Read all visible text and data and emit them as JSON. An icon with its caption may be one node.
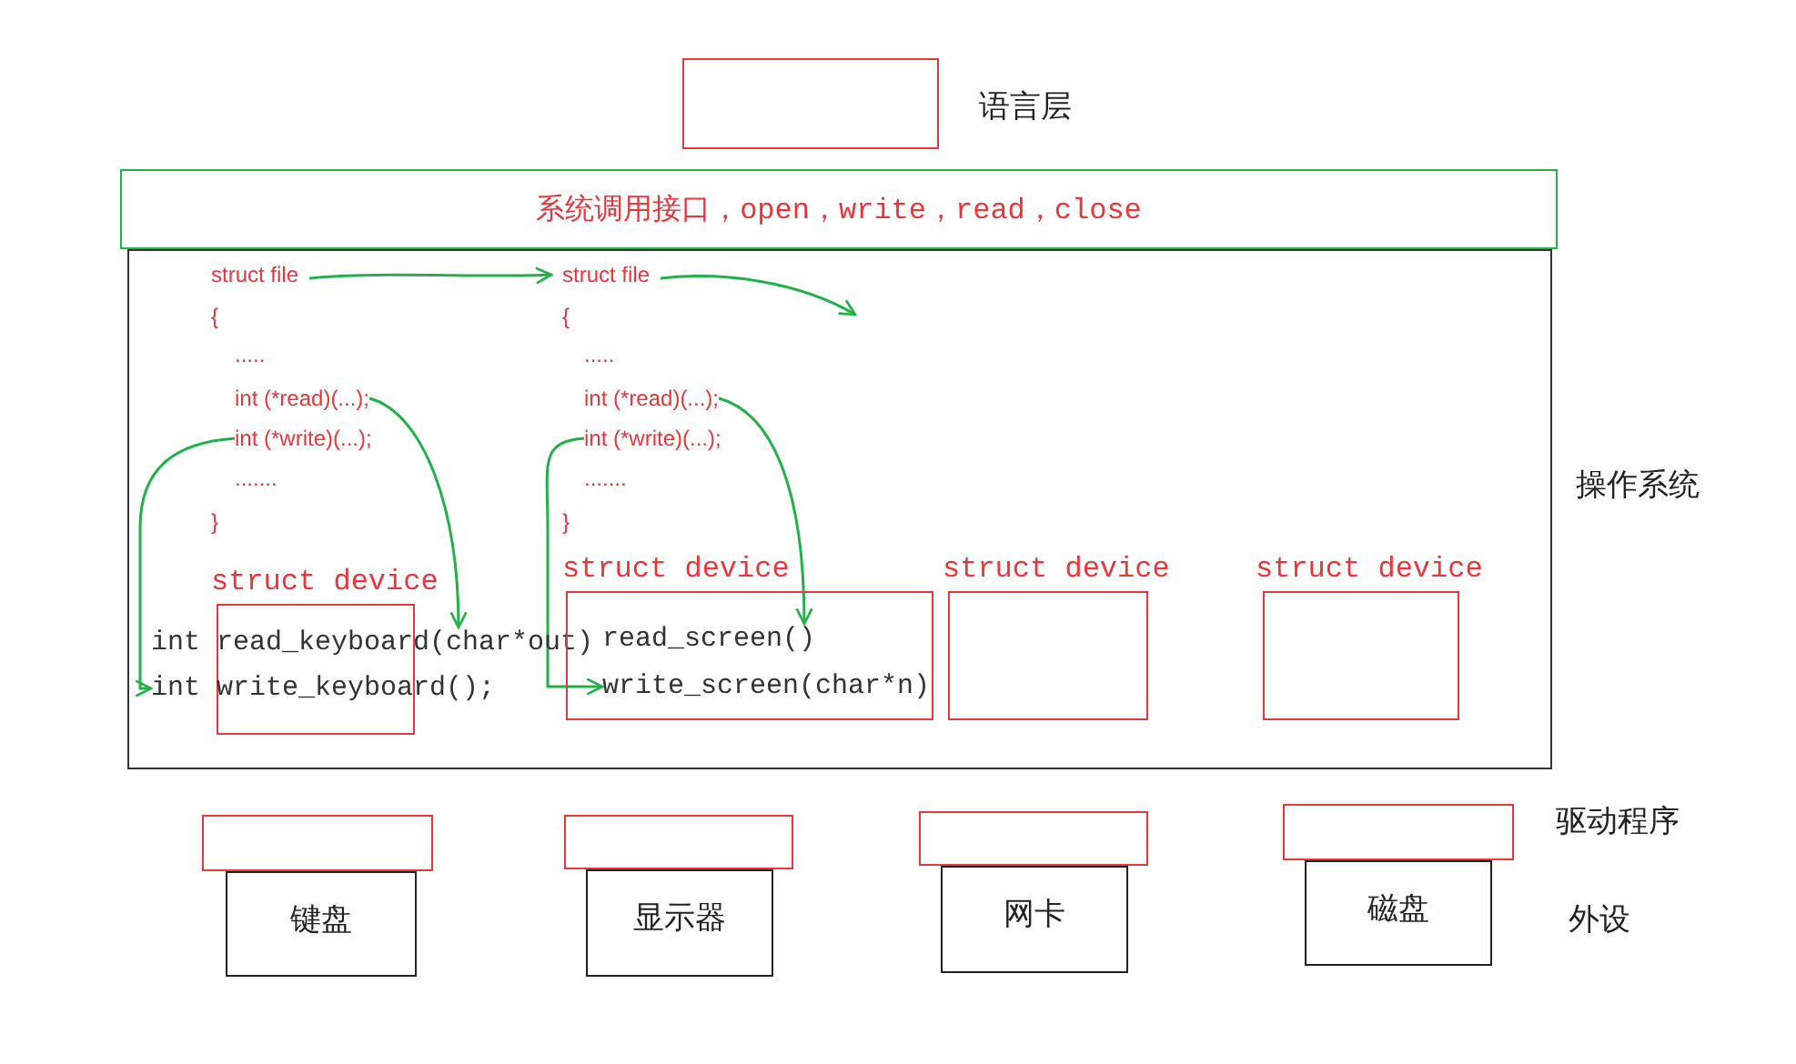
{
  "diagram": {
    "nodes": [
      {
        "text": [],
        "shape": "box",
        "beside": [
          "语言层"
        ]
      },
      {
        "text": [
          "系统调用接口，open，write，read，close"
        ]
      },
      {
        "text": [],
        "shape": "box",
        "beside": [
          "操作系统"
        ]
      },
      {
        "text": [
          "struct file"
        ],
        "in": 2
      },
      {
        "text": [
          "{"
        ],
        "in": 2
      },
      {
        "text": [
          "....."
        ],
        "in": 2
      },
      {
        "text": [
          "int (*read)(...);"
        ],
        "in": 2
      },
      {
        "text": [
          "int (*write)(...);"
        ],
        "in": 2
      },
      {
        "text": [
          "......."
        ],
        "in": 2
      },
      {
        "text": [
          "}"
        ],
        "in": 2
      },
      {
        "text": [
          "struct file"
        ],
        "in": 2
      },
      {
        "text": [
          "{"
        ],
        "in": 2
      },
      {
        "text": [
          "....."
        ],
        "in": 2
      },
      {
        "text": [
          "int (*read)(...);"
        ],
        "in": 2
      },
      {
        "text": [
          "int (*write)(...);"
        ],
        "in": 2
      },
      {
        "text": [
          "......."
        ],
        "in": 2
      },
      {
        "text": [
          "}"
        ],
        "in": 2
      },
      {
        "text": [
          "struct device"
        ],
        "in": 2
      },
      {
        "text": [
          "int read_keyboard(char*out)"
        ],
        "in": 2
      },
      {
        "text": [
          "int write_keyboard();"
        ],
        "in": 2
      },
      {
        "text": [
          "struct device"
        ],
        "in": 2
      },
      {
        "text": [
          "read_screen()"
        ],
        "in": 20
      },
      {
        "text": [
          "write_screen(char*n)"
        ],
        "in": 20
      },
      {
        "text": [
          "struct device"
        ],
        "in": 2
      },
      {
        "text": [
          "struct device"
        ],
        "in": 2
      },
      {
        "text": [],
        "shape": "box"
      },
      {
        "text": [],
        "shape": "box"
      },
      {
        "text": [],
        "shape": "box"
      },
      {
        "text": [],
        "shape": "box"
      },
      {
        "text": [
          "键盘"
        ]
      },
      {
        "text": [
          "显示器"
        ]
      },
      {
        "text": [
          "网卡"
        ]
      },
      {
        "text": [
          "磁盘"
        ]
      }
    ],
    "edges": [
      {
        "from": 3,
        "to": 10,
        "arrow": "to"
      },
      {
        "from": 10,
        "to": null,
        "arrow": "to"
      },
      {
        "from": 6,
        "to": 18,
        "arrow": "to"
      },
      {
        "from": 7,
        "to": 19,
        "arrow": "to"
      },
      {
        "from": 13,
        "to": 21,
        "arrow": "to"
      },
      {
        "from": 14,
        "to": 22,
        "arrow": "to"
      }
    ],
    "labels": [
      "驱动程序",
      "外设"
    ]
  }
}
